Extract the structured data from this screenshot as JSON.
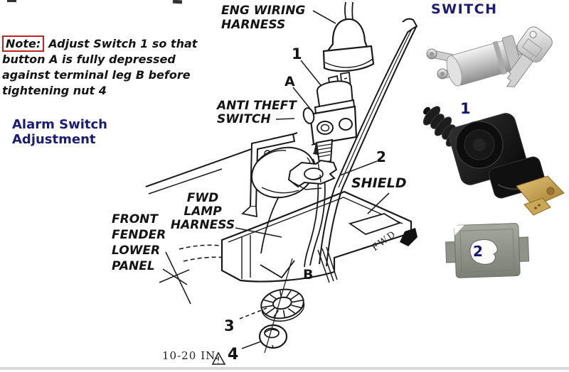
{
  "note": {
    "badge": "Note:",
    "line1": "Adjust Switch 1 so that",
    "line2": "button A is fully depressed",
    "line3": "against terminal leg B before",
    "line4": "tightening nut 4"
  },
  "alarm_heading": {
    "line1": "Alarm Switch",
    "line2": "Adjustment"
  },
  "photos": {
    "heading": "SWITCH",
    "switch_number": "1",
    "plate_number": "2"
  },
  "diagram": {
    "eng_wiring": {
      "line1": "ENG WIRING",
      "line2": "HARNESS"
    },
    "anti_theft": {
      "line1": "ANTI THEFT",
      "line2": "SWITCH"
    },
    "fwd_lamp": {
      "line1": "FWD",
      "line2": "LAMP",
      "line3": "HARNESS"
    },
    "front_fender": {
      "line1": "FRONT",
      "line2": "FENDER",
      "line3": "LOWER",
      "line4": "PANEL"
    },
    "shield_label": "SHIELD",
    "fwd_direction": "FWD",
    "torque_value": "10-20",
    "torque_unit": "IN.",
    "callouts": {
      "switch": "1",
      "plate": "2",
      "washer": "3",
      "nut": "4",
      "button": "A",
      "terminal_leg": "B"
    }
  },
  "colors": {
    "heading_blue": "#1b1b78",
    "note_border_red": "#c42222",
    "ink": "#141414",
    "brass": "#c9a24a",
    "plate_gray": "#8e9289"
  }
}
